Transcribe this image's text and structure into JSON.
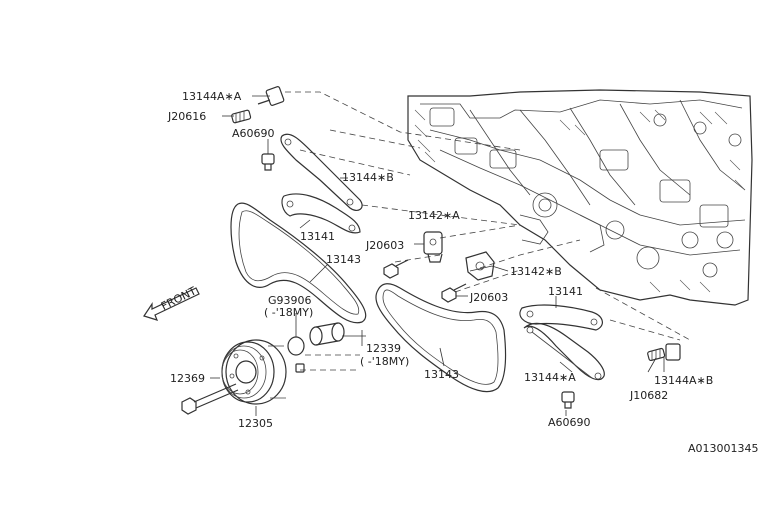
{
  "labels": {
    "p13144A_A_top": "13144A∗A",
    "pJ20616": "J20616",
    "pA60690_top": "A60690",
    "p13144_B": "13144∗B",
    "p13141_left": "13141",
    "p13142_A": "13142∗A",
    "pJ20603_left": "J20603",
    "p13143_upper": "13143",
    "p13142_B": "13142∗B",
    "pJ20603_right": "J20603",
    "p13141_right": "13141",
    "pG93906": "G93906",
    "pG93906_note": "( -'18MY)",
    "p12339": "12339",
    "p12339_note": "( -'18MY)",
    "p13143_lower": "13143",
    "p12369": "12369",
    "p12305": "12305",
    "p13144_A": "13144∗A",
    "p13144A_B": "13144A∗B",
    "pJ10682": "J10682",
    "pA60690_bottom": "A60690",
    "front": "FRONT",
    "diagram_code": "A013001345"
  },
  "icons": {
    "front_arrow": "front-arrow-icon"
  }
}
